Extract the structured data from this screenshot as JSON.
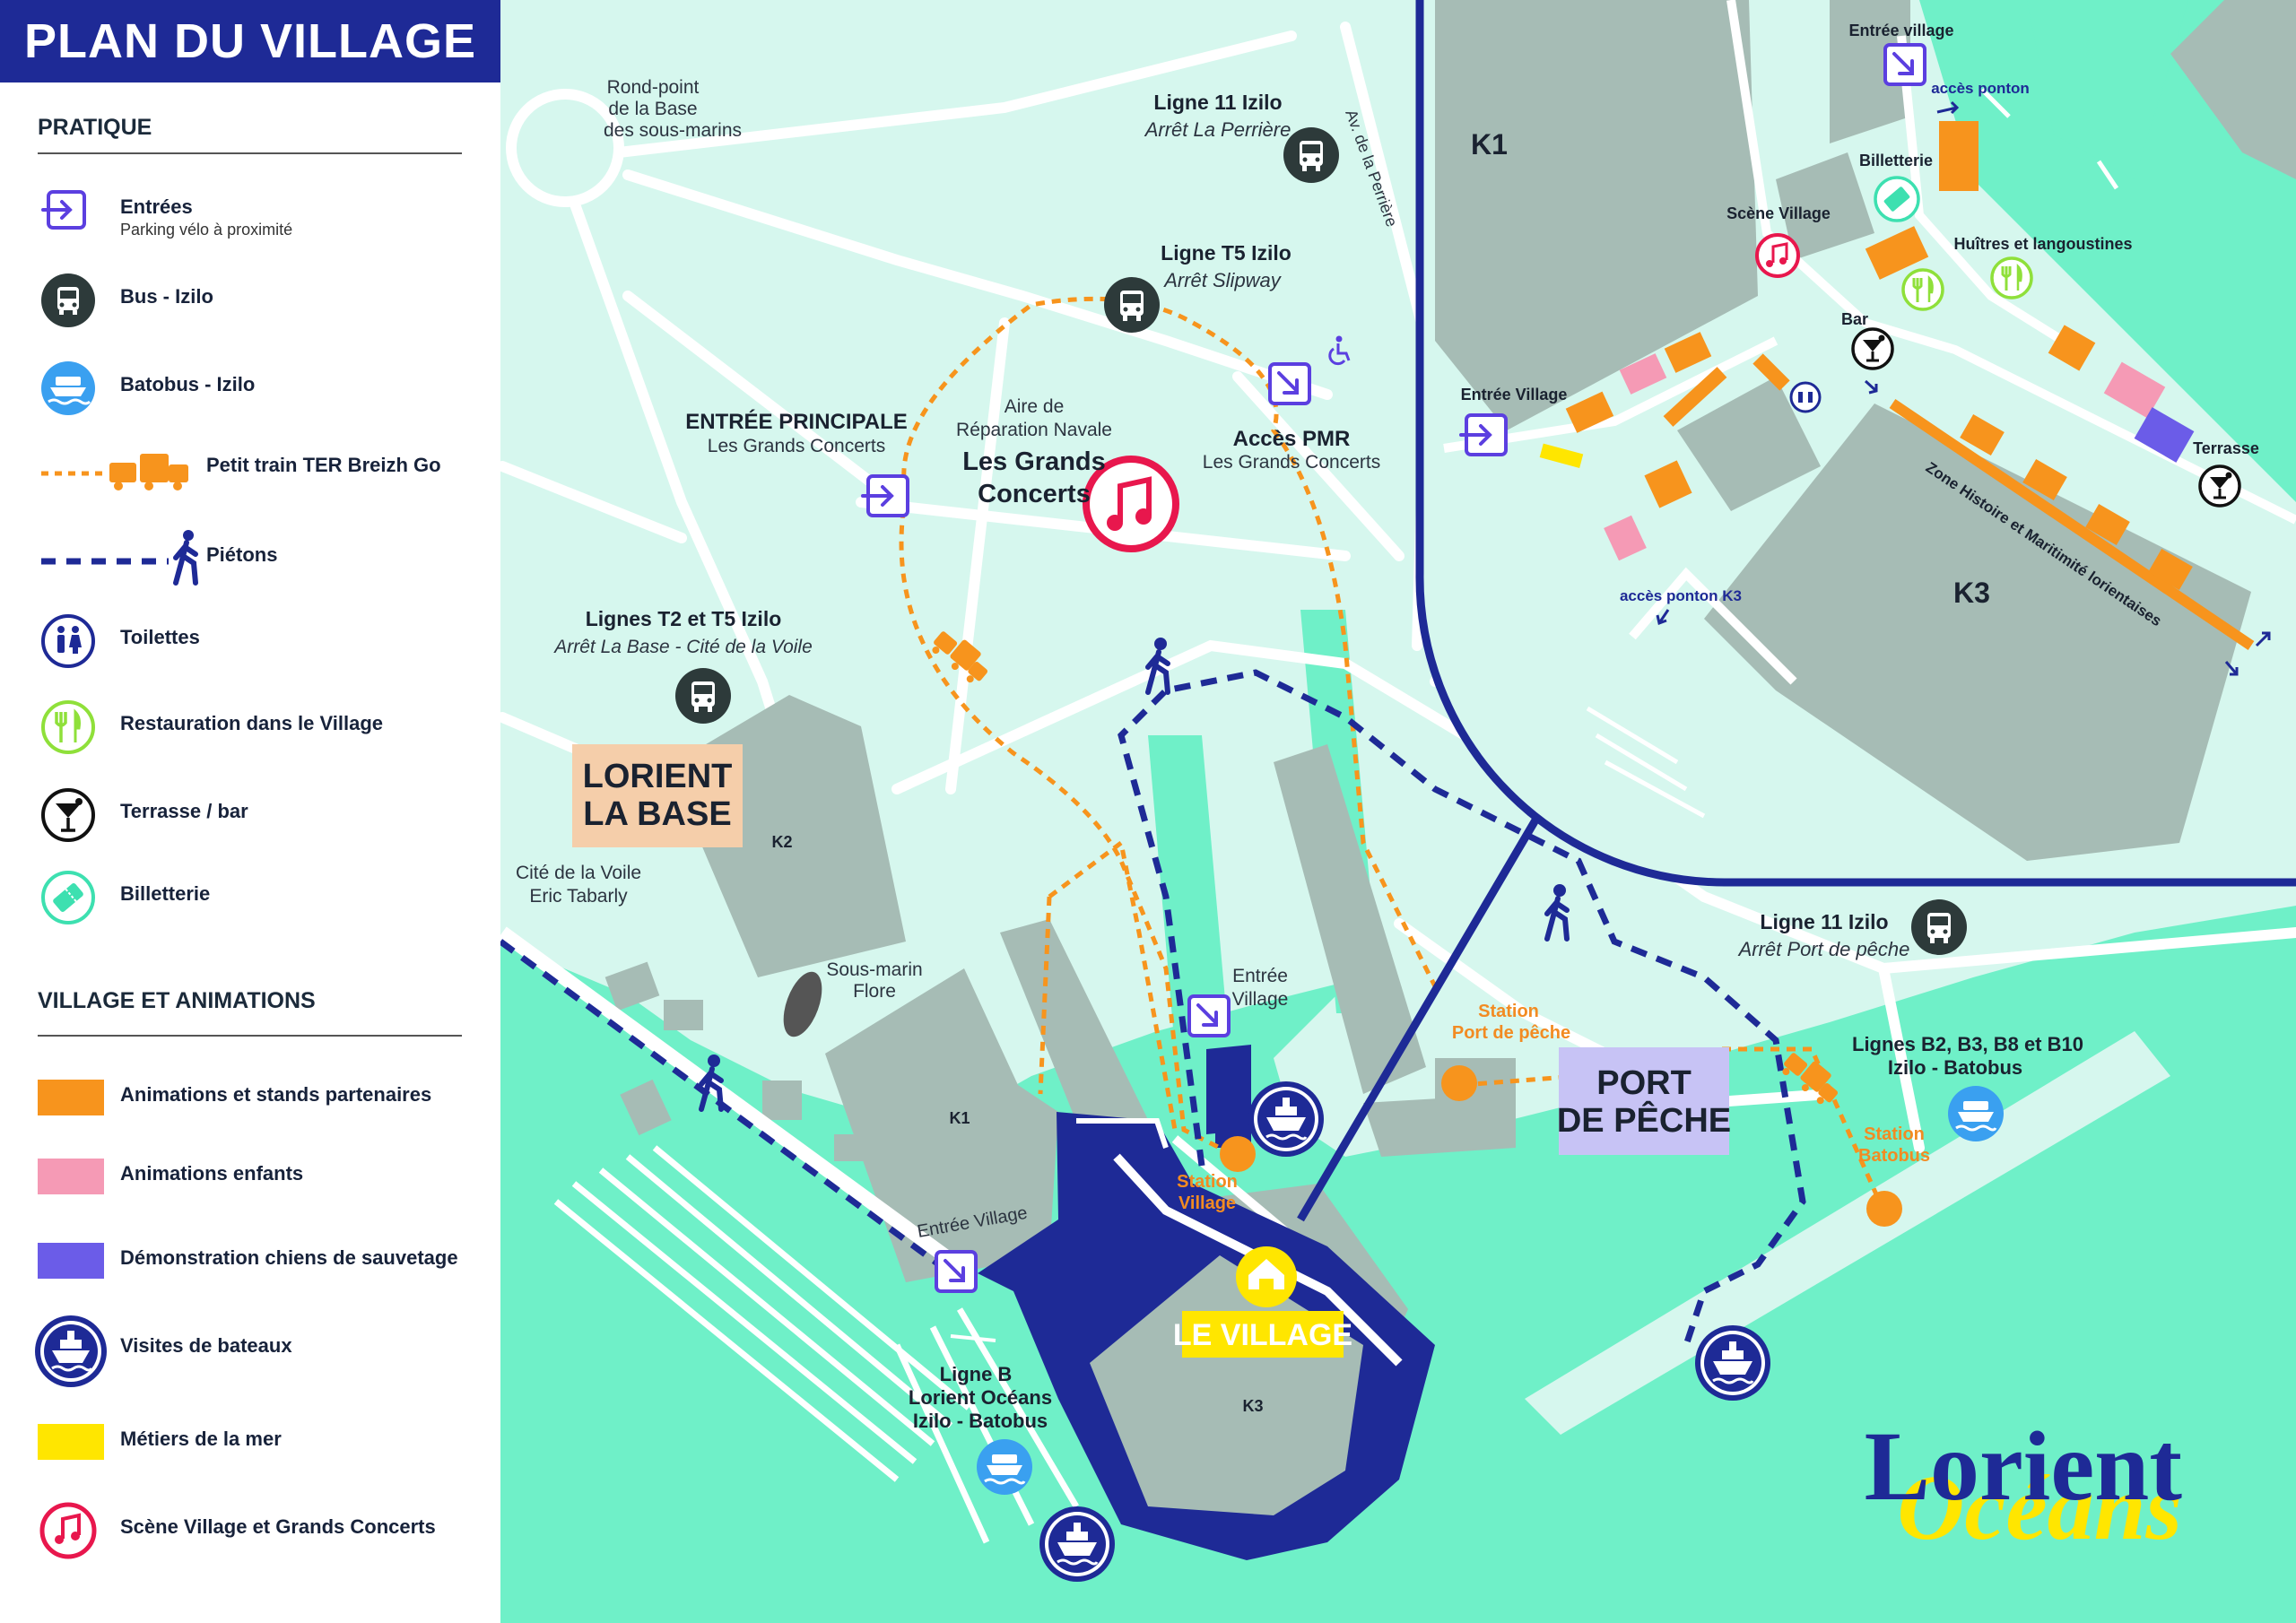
{
  "title": "PLAN DU VILLAGE",
  "legend": {
    "pratique_heading": "PRATIQUE",
    "village_heading": "VILLAGE ET ANIMATIONS",
    "items": [
      {
        "label": "Entrées",
        "sub": "Parking vélo à proximité",
        "icon": "entry-icon"
      },
      {
        "label": "Bus - Izilo",
        "icon": "bus-icon"
      },
      {
        "label": "Batobus - Izilo",
        "icon": "batobus-icon"
      },
      {
        "label": "Petit train TER Breizh Go",
        "icon": "train-icon"
      },
      {
        "label": "Piétons",
        "icon": "pedestrian-icon"
      },
      {
        "label": "Toilettes",
        "icon": "toilets-icon"
      },
      {
        "label": "Restauration dans le Village",
        "icon": "food-icon"
      },
      {
        "label": "Terrasse / bar",
        "icon": "bar-icon"
      },
      {
        "label": "Billetterie",
        "icon": "ticket-icon"
      }
    ],
    "village_items": [
      {
        "label": "Animations et stands partenaires",
        "color": "#f7941d"
      },
      {
        "label": "Animations enfants",
        "color": "#f59ab5"
      },
      {
        "label": "Démonstration chiens de sauvetage",
        "color": "#6b5ce8"
      },
      {
        "label": "Visites de bateaux",
        "icon": "boat-visit-icon"
      },
      {
        "label": "Métiers de la mer",
        "color": "#ffe600"
      },
      {
        "label": "Scène Village et Grands Concerts",
        "icon": "music-icon"
      }
    ]
  },
  "colors": {
    "navy": "#1e2a96",
    "land": "#d6f7ee",
    "water": "#6ff0c8",
    "building": "#a6bcb5",
    "orange": "#f7941d",
    "pink": "#f59ab5",
    "purple": "#6b5ce8",
    "yellow": "#ffe600",
    "music_red": "#e8174d",
    "food_green": "#8fe03a",
    "ticket_green": "#3de0b0",
    "entry_purple": "#5b3fe0"
  },
  "map": {
    "rond_point": [
      "Rond-point",
      "de la Base",
      "des sous-marins"
    ],
    "ligne11_top": "Ligne 11 Izilo",
    "ligne11_top_stop": "Arrêt  La Perrière",
    "av_perriere": "Av. de la Perrière",
    "ligne_t5": "Ligne T5 Izilo",
    "ligne_t5_stop": "Arrêt Slipway",
    "entree_principale": "ENTRÉE PRINCIPALE",
    "entree_principale_sub": "Les Grands Concerts",
    "aire_reparation": [
      "Aire de",
      "Réparation Navale"
    ],
    "grands_concerts": [
      "Les Grands",
      "Concerts"
    ],
    "acces_pmr": "Accès PMR",
    "acces_pmr_sub": "Les Grands Concerts",
    "lignes_t2_t5": "Lignes T2 et T5 Izilo",
    "lignes_t2_t5_stop": "Arrêt La Base - Cité de la Voile",
    "lorient_la_base": [
      "LORIENT",
      "LA BASE"
    ],
    "k2": "K2",
    "cite_voile": [
      "Cité de la Voile",
      "Eric Tabarly"
    ],
    "sous_marin": [
      "Sous-marin",
      "Flore"
    ],
    "k1": "K1",
    "k3": "K3",
    "entree_village_mid": [
      "Entrée",
      "Village"
    ],
    "entree_village_low": "Entrée Village",
    "station_village": [
      "Station",
      "Village"
    ],
    "le_village": "LE VILLAGE",
    "ligne_b": [
      "Ligne B",
      "Lorient Océans",
      "Izilo - Batobus"
    ],
    "station_port_peche": [
      "Station",
      "Port de pêche"
    ],
    "port_de_peche": [
      "PORT",
      "DE PÊCHE"
    ],
    "ligne11_low": "Ligne 11 Izilo",
    "ligne11_low_stop": "Arrêt  Port de pêche",
    "lignes_b2": [
      "Lignes B2, B3, B8 et B10",
      "Izilo - Batobus"
    ],
    "station_batobus": [
      "Station",
      "Batobus"
    ]
  },
  "inset": {
    "k1": "K1",
    "k3": "K3",
    "entree_village_top": "Entrée village",
    "acces_ponton": "accès ponton",
    "billetterie": "Billetterie",
    "scene_village": "Scène Village",
    "huitres": "Huîtres et langoustines",
    "bar": "Bar",
    "entree_village_left": "Entrée Village",
    "terrasse": "Terrasse",
    "zone_histoire": "Zone Histoire et Maritimité lorientaises",
    "acces_ponton_k3": "accès ponton K3"
  },
  "logo": {
    "line1": "Lorient",
    "line2": "Océans"
  }
}
